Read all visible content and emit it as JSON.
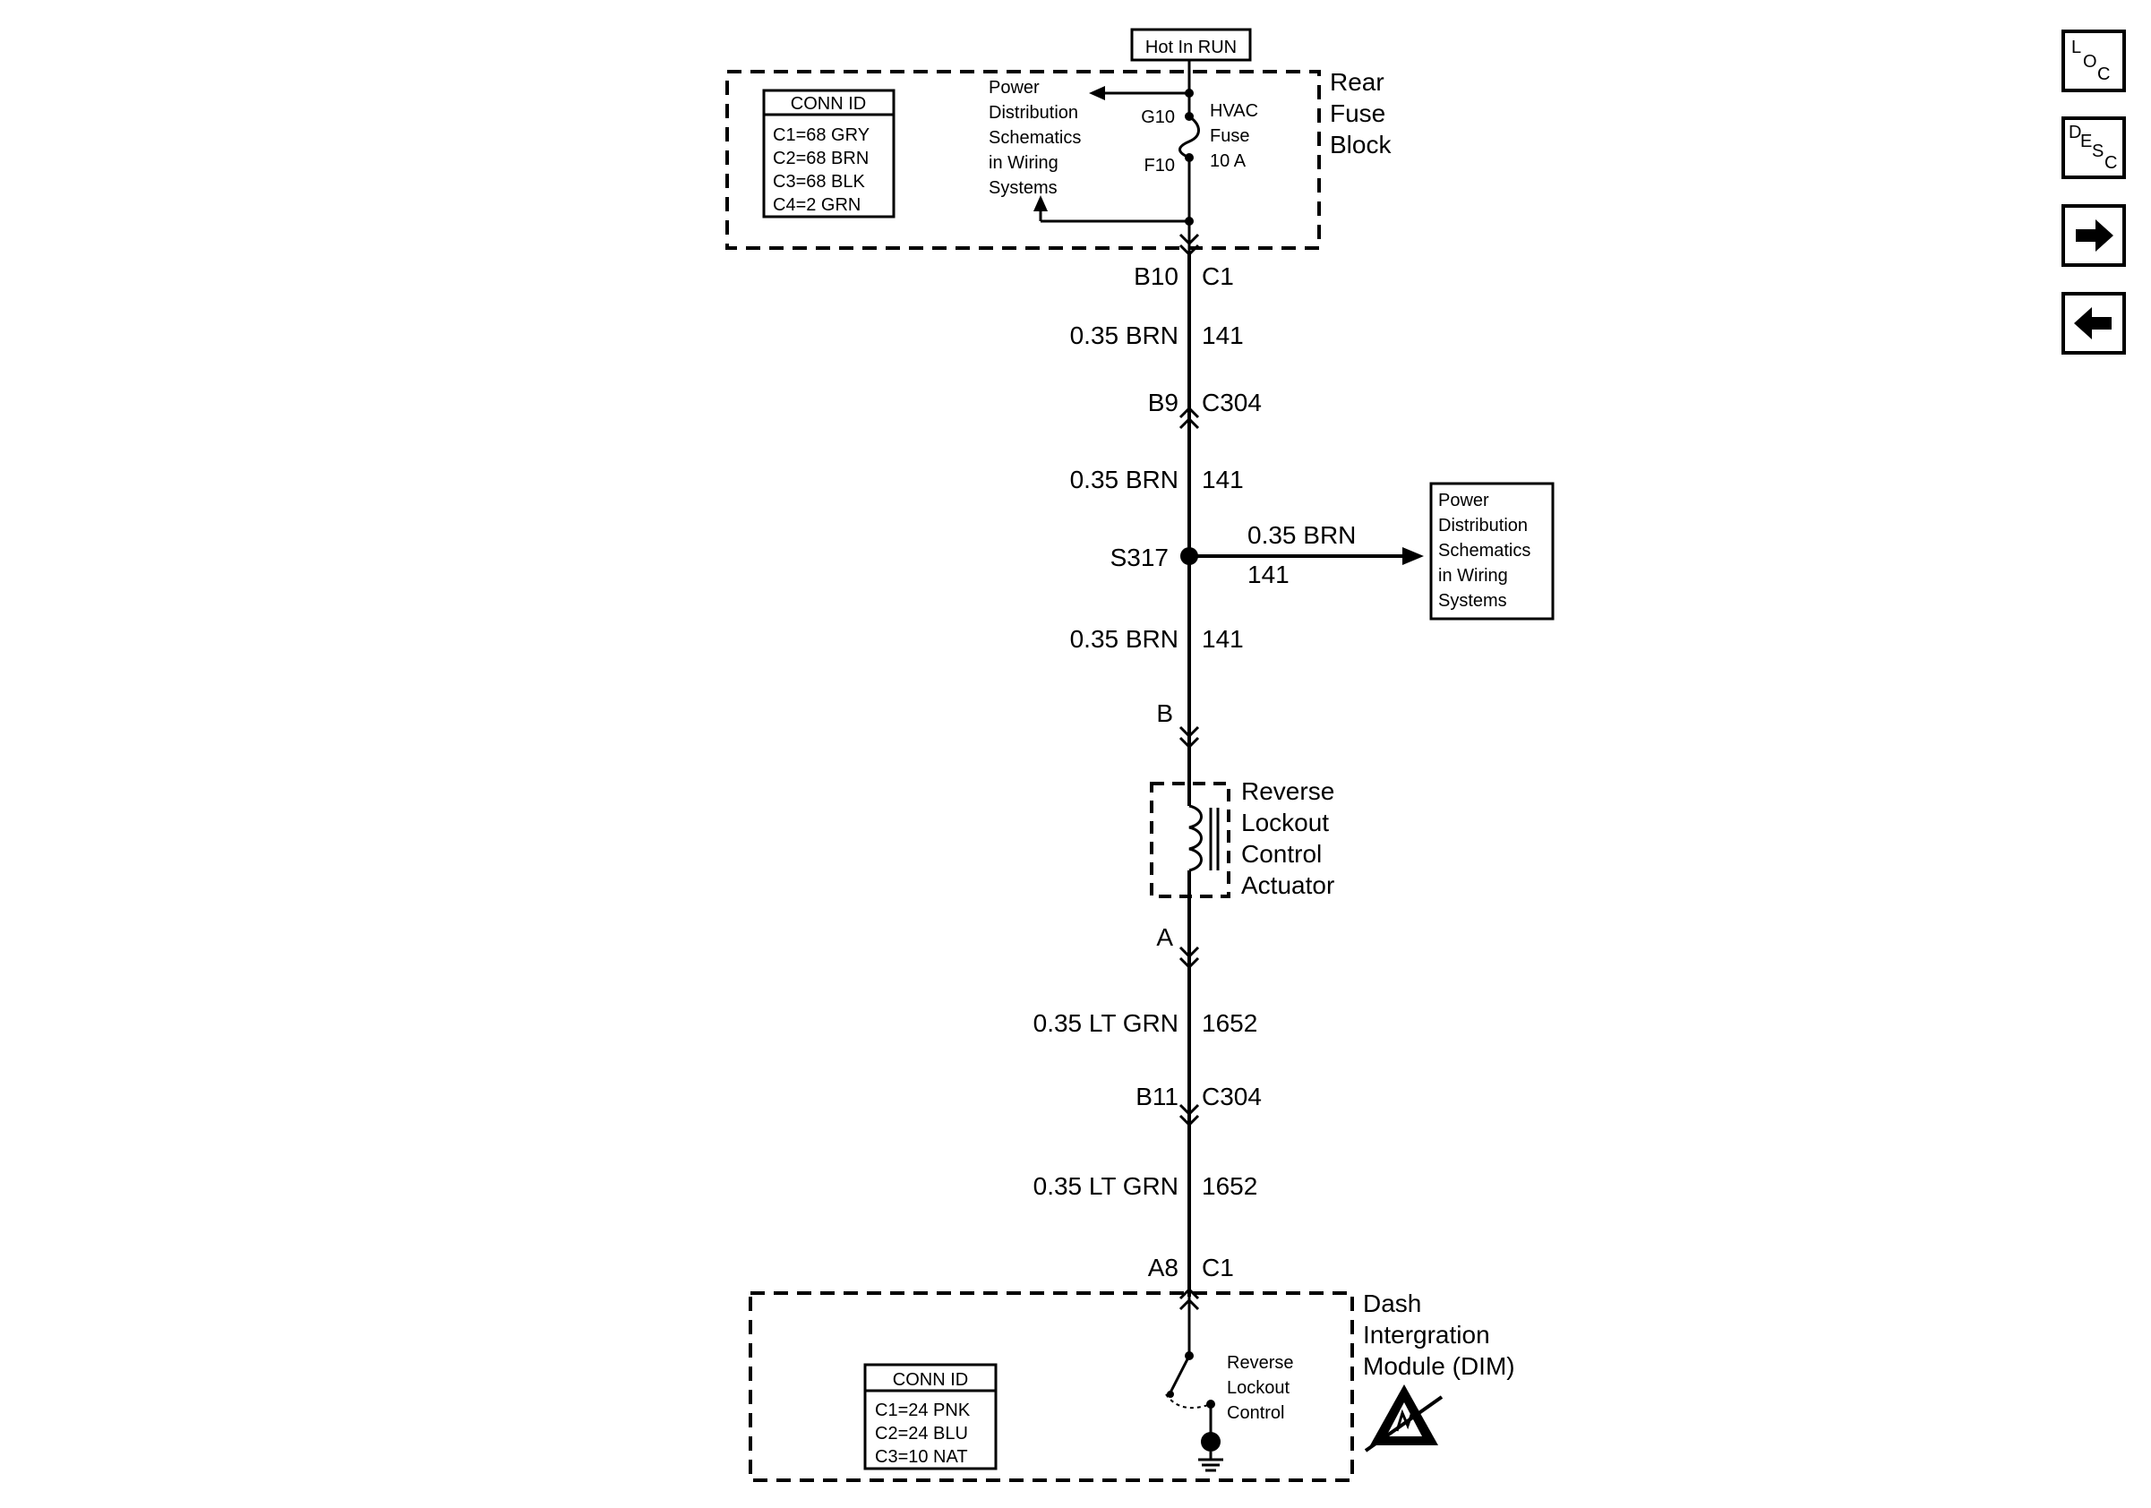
{
  "nav": {
    "loc": {
      "c1": "L",
      "c2": "O",
      "c3": "C"
    },
    "desc": {
      "c1": "D",
      "c2": "E",
      "c3": "S",
      "c4": "C"
    },
    "next_icon": "arrow-right-icon",
    "prev_icon": "arrow-left-icon"
  },
  "top_label": "Hot In RUN",
  "rear_fuse_block": {
    "title_lines": [
      "Rear",
      "Fuse",
      "Block"
    ],
    "conn_header": "CONN ID",
    "conn_rows": [
      "C1=68 GRY",
      "C2=68 BRN",
      "C3=68 BLK",
      "C4=2 GRN"
    ],
    "pds_lines": [
      "Power",
      "Distribution",
      "Schematics",
      "in Wiring",
      "Systems"
    ],
    "fuse_top": "G10",
    "fuse_bottom": "F10",
    "fuse_lines": [
      "HVAC",
      "Fuse",
      "10 A"
    ]
  },
  "wire": {
    "c1_top_left": "B10",
    "c1_top_right": "C1",
    "seg1_color": "0.35 BRN",
    "seg1_ckt": "141",
    "c304_a_left": "B9",
    "c304_a_right": "C304",
    "seg2_color": "0.35 BRN",
    "seg2_ckt": "141",
    "splice": "S317",
    "branch_color": "0.35 BRN",
    "branch_ckt": "141",
    "seg3_color": "0.35 BRN",
    "seg3_ckt": "141",
    "pin_b": "B",
    "pin_a": "A",
    "seg4_color": "0.35 LT GRN",
    "seg4_ckt": "1652",
    "c304_b_left": "B11",
    "c304_b_right": "C304",
    "seg5_color": "0.35 LT GRN",
    "seg5_ckt": "1652",
    "c1_bot_left": "A8",
    "c1_bot_right": "C1"
  },
  "branch_box_lines": [
    "Power",
    "Distribution",
    "Schematics",
    "in Wiring",
    "Systems"
  ],
  "actuator_lines": [
    "Reverse",
    "Lockout",
    "Control",
    "Actuator"
  ],
  "dim": {
    "title_lines": [
      "Dash",
      "Intergration",
      "Module (DIM)"
    ],
    "conn_header": "CONN ID",
    "conn_rows": [
      "C1=24 PNK",
      "C2=24 BLU",
      "C3=10 NAT"
    ],
    "switch_lines": [
      "Reverse",
      "Lockout",
      "Control"
    ],
    "esd_icon": "esd-warning-icon",
    "ground_icon": "ground-icon"
  }
}
